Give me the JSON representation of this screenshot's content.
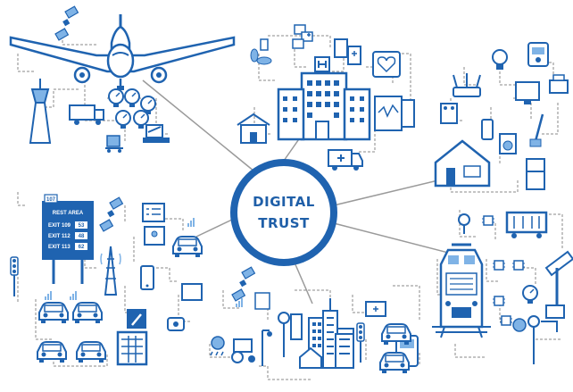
{
  "hub": {
    "line1": "DIGITAL",
    "line2": "TRUST"
  },
  "highway_sign": {
    "route": "107",
    "header": "REST AREA",
    "exits": [
      {
        "label": "EXIT 109",
        "distance": "53"
      },
      {
        "label": "EXIT 112",
        "distance": "48"
      },
      {
        "label": "EXIT 113",
        "distance": "62"
      }
    ]
  },
  "clusters": [
    "aviation",
    "healthcare",
    "smart-home",
    "transportation",
    "railway",
    "smart-city"
  ],
  "colors": {
    "primary": "#1f63b0",
    "light": "#7fb3e6",
    "connector": "#9a9a9a",
    "dashed": "#8a8a8a"
  }
}
